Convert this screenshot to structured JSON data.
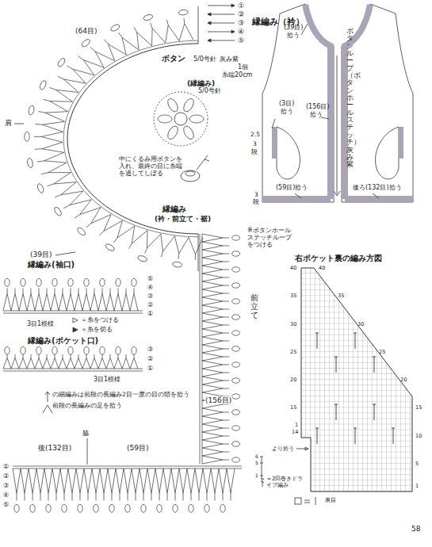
{
  "diagram": {
    "labels": [
      "縁編み（衿）",
      "①",
      "②",
      "③",
      "④",
      "⑤",
      "(64目)",
      "ボタン",
      "5/0号針",
      "灰み紫",
      "1個",
      "糸端20cm",
      "(縁編み)",
      "5/0号針",
      "中にくるみ用ボタンを入れ、最終の目に糸端を通してしぼる",
      "肩",
      "縁編み",
      "(衿・前立て・裾)",
      "(39目)",
      "※ボタンホールステッチループをつける",
      "縁編み(袖口)",
      "⑤",
      "④",
      "③",
      "②",
      "①",
      "3目1模様",
      "縁編み(ポケット口)",
      "③",
      "②",
      "①",
      "3目1模様",
      "前立て",
      "(156目)",
      "脇",
      "後(132目)",
      "(59目)",
      "①",
      "②",
      "③",
      "④",
      "⑤",
      "(39目)",
      "拾う",
      "ボタンループ（ボタンホールステッチ）灰み紫",
      "(156目)",
      "拾う",
      "(3目)",
      "拾う",
      "2.5",
      "3",
      "段",
      "(59目)拾う",
      "後ろ(132目)拾う",
      "3",
      "段",
      "右ポケット裏の編み方図",
      "40",
      "35",
      "30",
      "25",
      "20",
      "15",
      "1",
      "14",
      "より拾う",
      "40",
      "35",
      "30",
      "25",
      "20",
      "15",
      "10",
      "5",
      "1",
      "6",
      "5",
      "1",
      "58"
    ],
    "legend": [
      {
        "text": "＝糸をつける"
      },
      {
        "text": "＝糸を切る"
      },
      {
        "text": "の細編みは前段の長編み2目一度の目の頭を拾う"
      },
      {
        "text": "前段の長編みの足を拾う"
      },
      {
        "text": "＝2回巻きドライブ編み"
      },
      {
        "text": "表目"
      }
    ]
  }
}
